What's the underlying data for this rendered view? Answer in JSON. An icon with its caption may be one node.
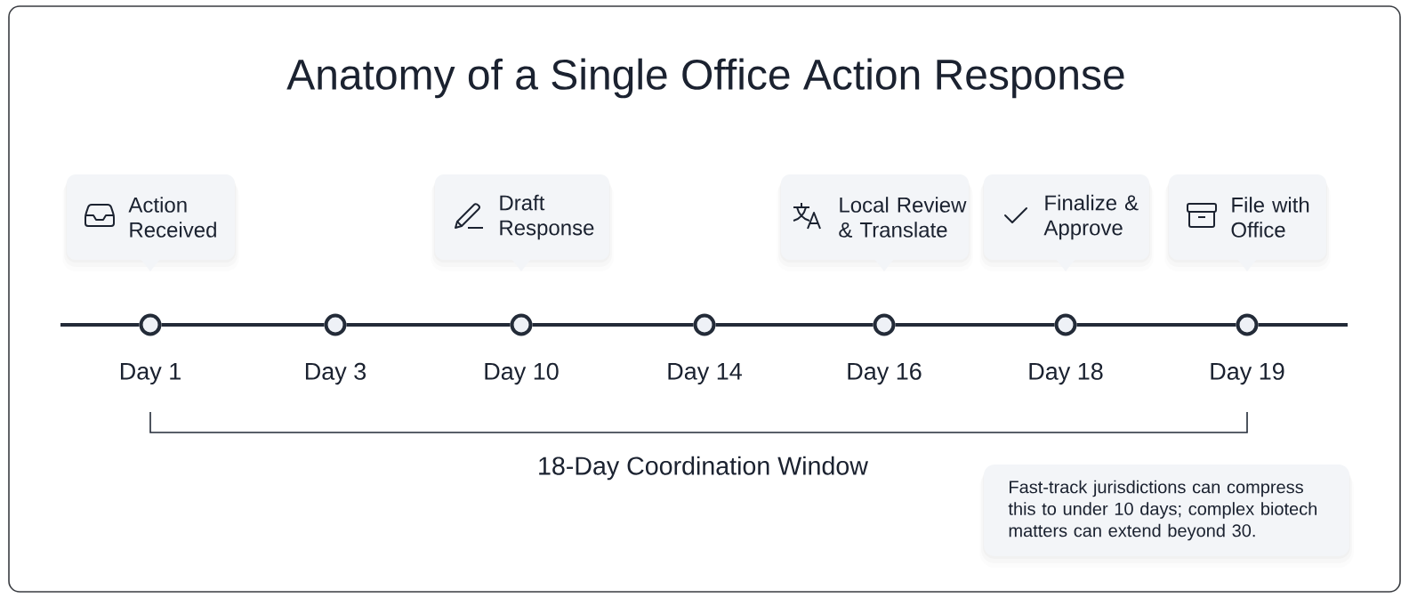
{
  "diagram": {
    "title": "Anatomy of a Single Office Action Response",
    "nodes": [
      {
        "text": [
          "Action Received"
        ]
      },
      {
        "text": [
          "Draft Response"
        ]
      },
      {
        "text": [
          "Local Review & Translate"
        ]
      },
      {
        "text": [
          "Finalize & Approve"
        ]
      },
      {
        "text": [
          "File with Office"
        ]
      },
      {
        "text": [
          "Day 1"
        ]
      },
      {
        "text": [
          "Day 3"
        ]
      },
      {
        "text": [
          "Day 10"
        ]
      },
      {
        "text": [
          "Day 14"
        ]
      },
      {
        "text": [
          "Day 16"
        ]
      },
      {
        "text": [
          "Day 18"
        ]
      },
      {
        "text": [
          "Day 19"
        ]
      },
      {
        "text": [
          "Fast-track jurisdictions can compress this to under 10 days; complex biotech matters can extend beyond 30."
        ]
      }
    ],
    "edges": [
      {
        "from": null,
        "to": 5,
        "arrow": "none"
      },
      {
        "from": 5,
        "to": 6,
        "arrow": "none"
      },
      {
        "from": 6,
        "to": 7,
        "arrow": "none"
      },
      {
        "from": 7,
        "to": 8,
        "arrow": "none"
      },
      {
        "from": 8,
        "to": 9,
        "arrow": "none"
      },
      {
        "from": 9,
        "to": 10,
        "arrow": "none"
      },
      {
        "from": 10,
        "to": 11,
        "arrow": "none"
      },
      {
        "from": 11,
        "to": null,
        "arrow": "none"
      }
    ],
    "labels": [
      "18-Day Coordination Window"
    ]
  }
}
